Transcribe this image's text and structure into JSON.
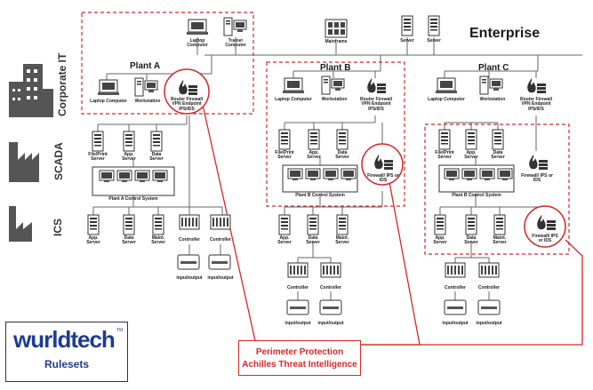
{
  "enterprise_title": "Enterprise",
  "levels": {
    "corporate": "Corporate IT",
    "scada": "SCADA",
    "ics": "ICS"
  },
  "top_devices": {
    "laptop": "Laptop Computer",
    "trainer": "Trainer Computer",
    "mainframe": "Mainframe",
    "server1": "Server",
    "server2": "Server"
  },
  "plants": [
    {
      "title": "Plant A",
      "laptop": "Laptop Computer",
      "workstation": "Workstation",
      "router": "Router Firewall VPN Endpoint IPS/IDS",
      "file_server": "File/Print Server",
      "app_server": "App. Server",
      "data_server": "Data Server",
      "control_system": "Plant A Control System",
      "ics_app": "App. Server",
      "ics_data": "Data Server",
      "ics_maint": "Maint. Server",
      "controller1": "Controller",
      "controller2": "Controller",
      "io1": "input/output",
      "io2": "input/output"
    },
    {
      "title": "Plant B",
      "laptop": "Laptop Computer",
      "workstation": "Workstation",
      "router": "Router Firewall VPN Endpoint IPS/IDS",
      "file_server": "File/Print Server",
      "app_server": "App. Server",
      "data_server": "Data Server",
      "control_system": "Plant B Control System",
      "firewall": "Firewall/ IPS or IDS",
      "ics_app": "App. Server",
      "ics_data": "Data Server",
      "ics_maint": "Maint. Server",
      "controller1": "Controller",
      "controller2": "Controller",
      "io1": "input/output",
      "io2": "input/output"
    },
    {
      "title": "Plant C",
      "laptop": "Laptop Computer",
      "workstation": "Workstation",
      "router": "Router Firewall VPN Endpoint IPS/IDS",
      "file_server": "File/Print Server",
      "app_server": "App. Server",
      "data_server": "Data Server",
      "control_system": "Plant B Control System",
      "firewall1": "Firewall/ IPS or IDS",
      "firewall2": "Firewall/ IPS or IDS",
      "ics_app": "App. Server",
      "ics_data": "Data Server",
      "ics_maint": "Maint. Server",
      "controller1": "Controller",
      "controller2": "Controller",
      "io1": "input/output",
      "io2": "input/output"
    }
  ],
  "callout": {
    "line1": "Perimeter Protection",
    "line2": "Achilles Threat Intelligence"
  },
  "logo": {
    "name": "wurldtech",
    "tm": "TM",
    "sub": "Rulesets"
  },
  "colors": {
    "accent": "#d62728",
    "brand": "#1e3d8f",
    "line": "#666666"
  }
}
